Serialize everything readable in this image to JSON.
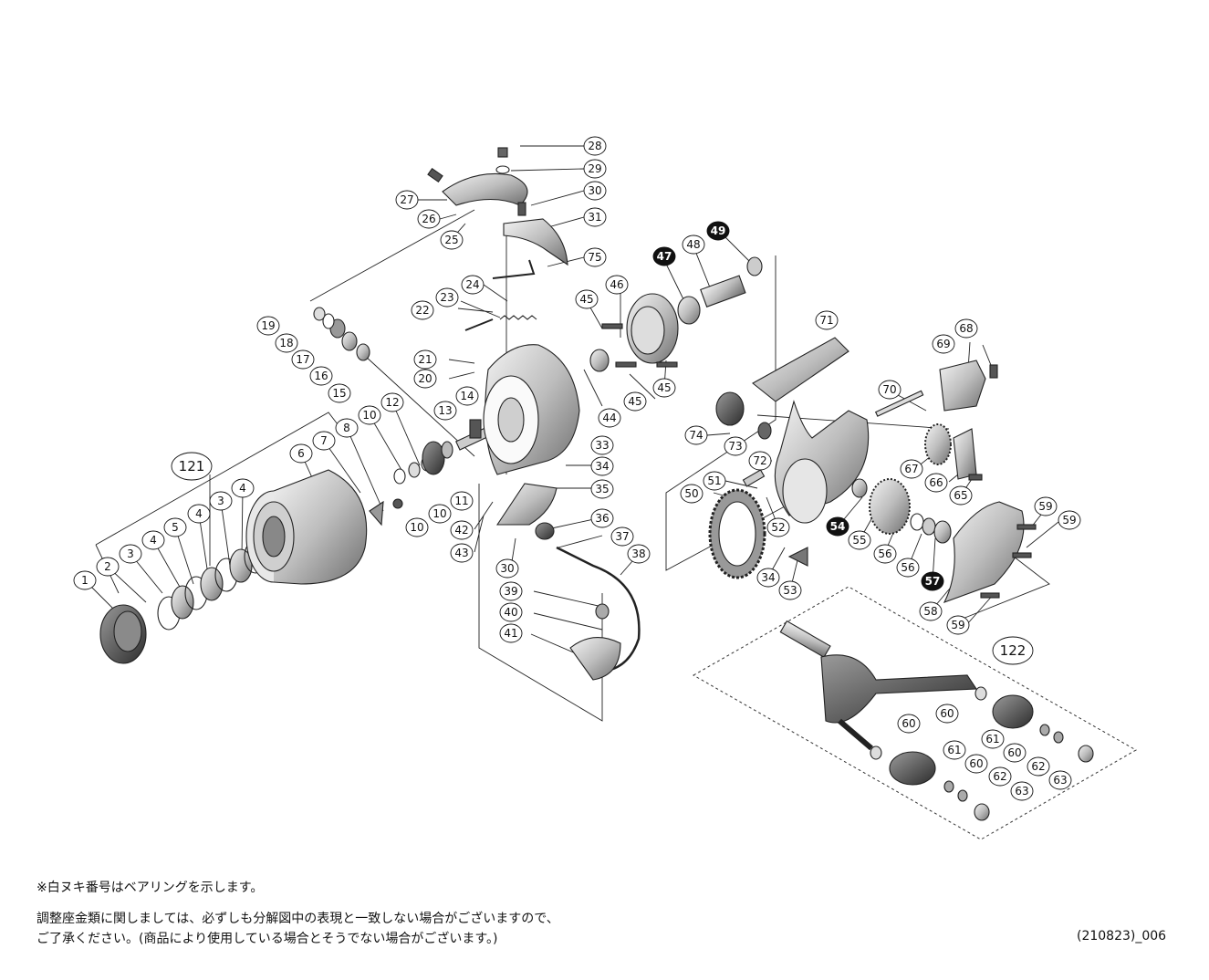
{
  "footnote": {
    "legend": "※白ヌキ番号はベアリングを示します。",
    "line1": "調整座金類に関しましては、必ずしも分解図中の表現と一致しない場合がございますので、",
    "line2": "ご了承ください。(商品により使用している場合とそうでない場合がございます。)",
    "doc_code": "(210823)_006"
  },
  "callouts": [
    {
      "id": "c1",
      "text": "1",
      "style": "oval"
    },
    {
      "id": "c2",
      "text": "2",
      "style": "oval"
    },
    {
      "id": "c3a",
      "text": "3",
      "style": "oval"
    },
    {
      "id": "c4a",
      "text": "4",
      "style": "oval"
    },
    {
      "id": "c5",
      "text": "5",
      "style": "oval"
    },
    {
      "id": "c4b",
      "text": "4",
      "style": "oval"
    },
    {
      "id": "c3b",
      "text": "3",
      "style": "oval"
    },
    {
      "id": "c4c",
      "text": "4",
      "style": "oval"
    },
    {
      "id": "c6",
      "text": "6",
      "style": "oval"
    },
    {
      "id": "c7",
      "text": "7",
      "style": "oval"
    },
    {
      "id": "c8",
      "text": "8",
      "style": "oval"
    },
    {
      "id": "c10a",
      "text": "10",
      "style": "oval"
    },
    {
      "id": "c12",
      "text": "12",
      "style": "oval"
    },
    {
      "id": "c10b",
      "text": "10",
      "style": "oval"
    },
    {
      "id": "c10c",
      "text": "10",
      "style": "oval"
    },
    {
      "id": "c11",
      "text": "11",
      "style": "oval"
    },
    {
      "id": "c13",
      "text": "13",
      "style": "oval"
    },
    {
      "id": "c14",
      "text": "14",
      "style": "oval"
    },
    {
      "id": "c15",
      "text": "15",
      "style": "oval"
    },
    {
      "id": "c16",
      "text": "16",
      "style": "oval"
    },
    {
      "id": "c17",
      "text": "17",
      "style": "oval"
    },
    {
      "id": "c18",
      "text": "18",
      "style": "oval"
    },
    {
      "id": "c19",
      "text": "19",
      "style": "oval"
    },
    {
      "id": "c20",
      "text": "20",
      "style": "oval"
    },
    {
      "id": "c21",
      "text": "21",
      "style": "oval"
    },
    {
      "id": "c22",
      "text": "22",
      "style": "oval"
    },
    {
      "id": "c23",
      "text": "23",
      "style": "oval"
    },
    {
      "id": "c24",
      "text": "24",
      "style": "oval"
    },
    {
      "id": "c25",
      "text": "25",
      "style": "oval"
    },
    {
      "id": "c26",
      "text": "26",
      "style": "oval"
    },
    {
      "id": "c27",
      "text": "27",
      "style": "oval"
    },
    {
      "id": "c28",
      "text": "28",
      "style": "oval"
    },
    {
      "id": "c29",
      "text": "29",
      "style": "oval"
    },
    {
      "id": "c30a",
      "text": "30",
      "style": "oval"
    },
    {
      "id": "c31",
      "text": "31",
      "style": "oval"
    },
    {
      "id": "c75",
      "text": "75",
      "style": "oval"
    },
    {
      "id": "c33",
      "text": "33",
      "style": "oval"
    },
    {
      "id": "c34a",
      "text": "34",
      "style": "oval"
    },
    {
      "id": "c35",
      "text": "35",
      "style": "oval"
    },
    {
      "id": "c36",
      "text": "36",
      "style": "oval"
    },
    {
      "id": "c37",
      "text": "37",
      "style": "oval"
    },
    {
      "id": "c38",
      "text": "38",
      "style": "oval"
    },
    {
      "id": "c39",
      "text": "39",
      "style": "oval"
    },
    {
      "id": "c40",
      "text": "40",
      "style": "oval"
    },
    {
      "id": "c41",
      "text": "41",
      "style": "oval"
    },
    {
      "id": "c42",
      "text": "42",
      "style": "oval"
    },
    {
      "id": "c43",
      "text": "43",
      "style": "oval"
    },
    {
      "id": "c30b",
      "text": "30",
      "style": "oval"
    },
    {
      "id": "c44",
      "text": "44",
      "style": "oval"
    },
    {
      "id": "c45a",
      "text": "45",
      "style": "oval"
    },
    {
      "id": "c45b",
      "text": "45",
      "style": "oval"
    },
    {
      "id": "c45c",
      "text": "45",
      "style": "oval"
    },
    {
      "id": "c46",
      "text": "46",
      "style": "oval"
    },
    {
      "id": "c47",
      "text": "47",
      "style": "bearing"
    },
    {
      "id": "c48",
      "text": "48",
      "style": "oval"
    },
    {
      "id": "c49",
      "text": "49",
      "style": "bearing"
    },
    {
      "id": "c71",
      "text": "71",
      "style": "oval"
    },
    {
      "id": "c68",
      "text": "68",
      "style": "oval"
    },
    {
      "id": "c69",
      "text": "69",
      "style": "oval"
    },
    {
      "id": "c70",
      "text": "70",
      "style": "oval"
    },
    {
      "id": "c74",
      "text": "74",
      "style": "oval"
    },
    {
      "id": "c73",
      "text": "73",
      "style": "oval"
    },
    {
      "id": "c72",
      "text": "72",
      "style": "oval"
    },
    {
      "id": "c51",
      "text": "51",
      "style": "oval"
    },
    {
      "id": "c50",
      "text": "50",
      "style": "oval"
    },
    {
      "id": "c52",
      "text": "52",
      "style": "oval"
    },
    {
      "id": "c67",
      "text": "67",
      "style": "oval"
    },
    {
      "id": "c66",
      "text": "66",
      "style": "oval"
    },
    {
      "id": "c65",
      "text": "65",
      "style": "oval"
    },
    {
      "id": "c54",
      "text": "54",
      "style": "bearing"
    },
    {
      "id": "c55",
      "text": "55",
      "style": "oval"
    },
    {
      "id": "c56a",
      "text": "56",
      "style": "oval"
    },
    {
      "id": "c56b",
      "text": "56",
      "style": "oval"
    },
    {
      "id": "c57",
      "text": "57",
      "style": "bearing"
    },
    {
      "id": "c58",
      "text": "58",
      "style": "oval"
    },
    {
      "id": "c59a",
      "text": "59",
      "style": "oval"
    },
    {
      "id": "c59b",
      "text": "59",
      "style": "oval"
    },
    {
      "id": "c59c",
      "text": "59",
      "style": "oval"
    },
    {
      "id": "c34b",
      "text": "34",
      "style": "oval"
    },
    {
      "id": "c53",
      "text": "53",
      "style": "oval"
    },
    {
      "id": "c60a",
      "text": "60",
      "style": "oval"
    },
    {
      "id": "c60b",
      "text": "60",
      "style": "oval"
    },
    {
      "id": "c60c",
      "text": "60",
      "style": "oval"
    },
    {
      "id": "c60d",
      "text": "60",
      "style": "oval"
    },
    {
      "id": "c61a",
      "text": "61",
      "style": "oval"
    },
    {
      "id": "c61b",
      "text": "61",
      "style": "oval"
    },
    {
      "id": "c62a",
      "text": "62",
      "style": "oval"
    },
    {
      "id": "c62b",
      "text": "62",
      "style": "oval"
    },
    {
      "id": "c63a",
      "text": "63",
      "style": "oval"
    },
    {
      "id": "c63b",
      "text": "63",
      "style": "oval"
    },
    {
      "id": "c121",
      "text": "121",
      "style": "assembly"
    },
    {
      "id": "c122",
      "text": "122",
      "style": "assembly"
    }
  ],
  "colors": {
    "line": "#222222",
    "part_fill": "#d8d8d8",
    "part_dark": "#6a6a6a",
    "bearing_fill": "#111111",
    "bearing_text": "#ffffff"
  }
}
